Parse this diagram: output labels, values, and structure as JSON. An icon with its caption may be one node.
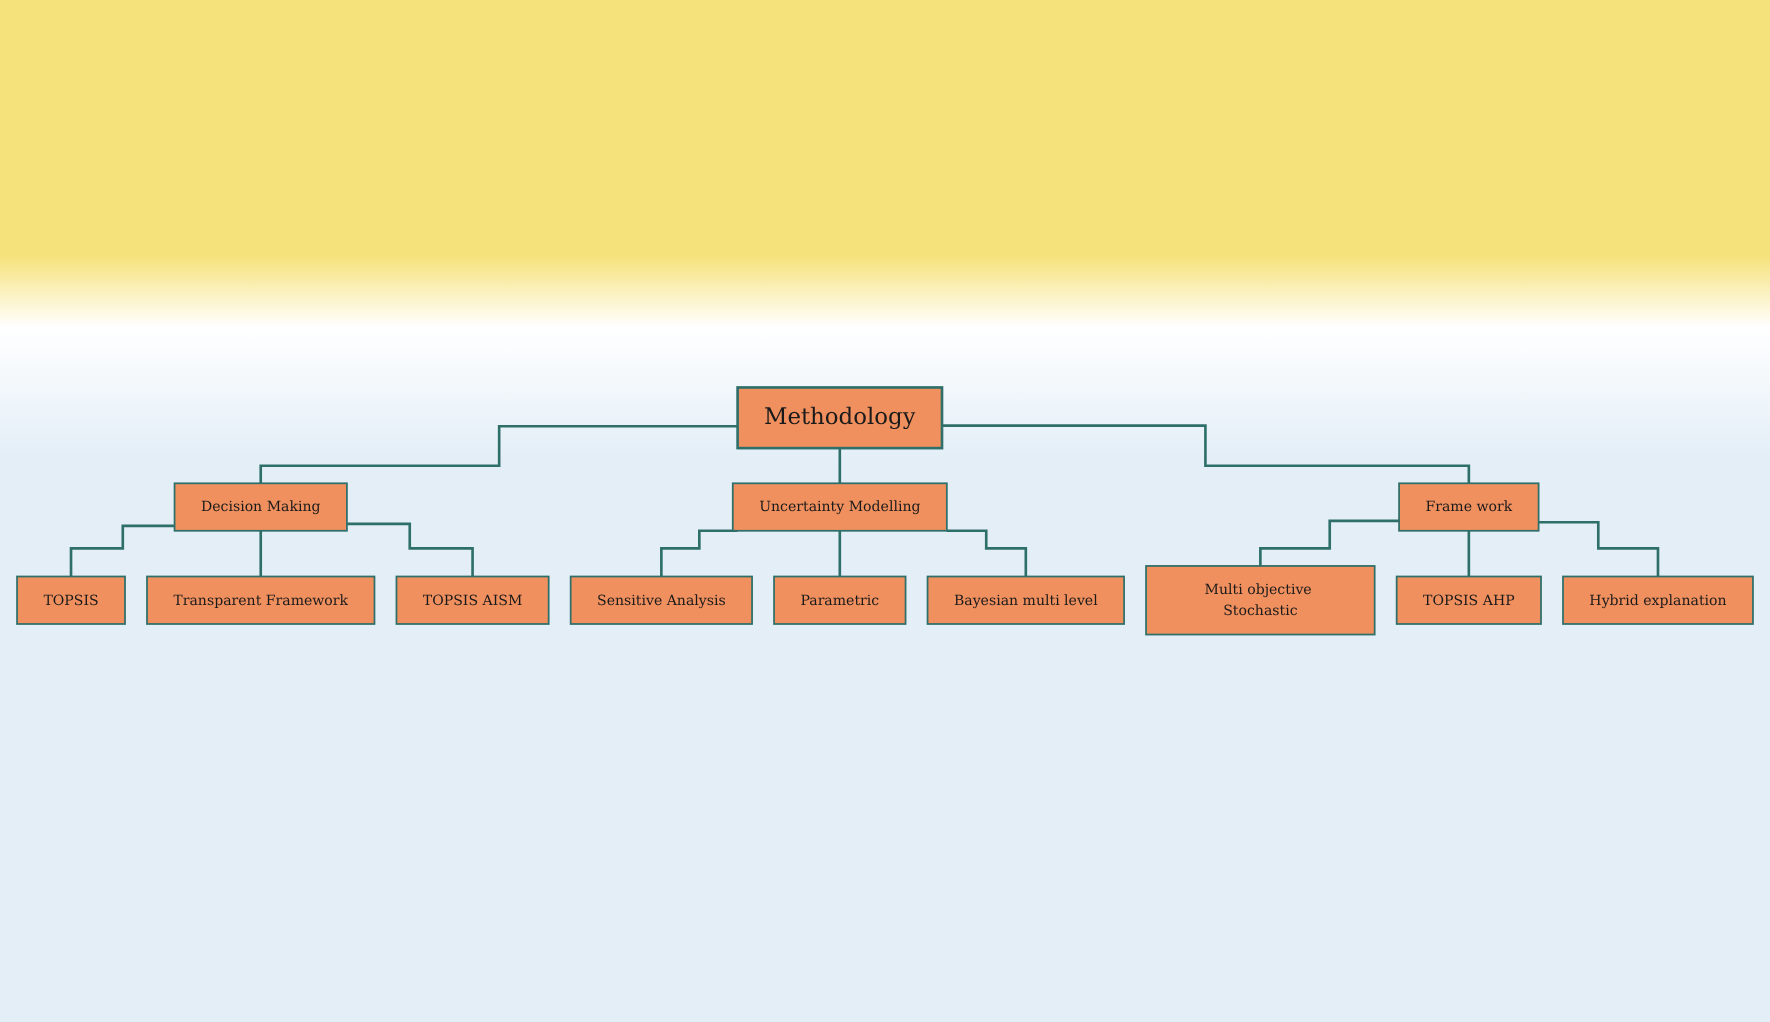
{
  "diagram": {
    "nodes": [
      {
        "text": [
          "Methodology"
        ]
      },
      {
        "text": [
          "Decision Making"
        ]
      },
      {
        "text": [
          "Uncertainty Modelling"
        ]
      },
      {
        "text": [
          "Frame work"
        ]
      },
      {
        "text": [
          "TOPSIS"
        ]
      },
      {
        "text": [
          "Transparent Framework"
        ]
      },
      {
        "text": [
          "TOPSIS AISM"
        ]
      },
      {
        "text": [
          "Sensitive Analysis"
        ]
      },
      {
        "text": [
          "Parametric"
        ]
      },
      {
        "text": [
          "Bayesian multi level"
        ]
      },
      {
        "text": [
          "Multi objective Stochastic"
        ]
      },
      {
        "text": [
          "TOPSIS AHP"
        ]
      },
      {
        "text": [
          "Hybrid explanation"
        ]
      }
    ],
    "edges": [
      {
        "from": 0,
        "to": 1,
        "arrow": "none"
      },
      {
        "from": 0,
        "to": 2,
        "arrow": "none"
      },
      {
        "from": 0,
        "to": 3,
        "arrow": "none"
      },
      {
        "from": 1,
        "to": 4,
        "arrow": "none"
      },
      {
        "from": 1,
        "to": 5,
        "arrow": "none"
      },
      {
        "from": 1,
        "to": 6,
        "arrow": "none"
      },
      {
        "from": 2,
        "to": 7,
        "arrow": "none"
      },
      {
        "from": 2,
        "to": 8,
        "arrow": "none"
      },
      {
        "from": 2,
        "to": 9,
        "arrow": "none"
      },
      {
        "from": 3,
        "to": 10,
        "arrow": "none"
      },
      {
        "from": 3,
        "to": 11,
        "arrow": "none"
      },
      {
        "from": 3,
        "to": 12,
        "arrow": "none"
      }
    ]
  }
}
